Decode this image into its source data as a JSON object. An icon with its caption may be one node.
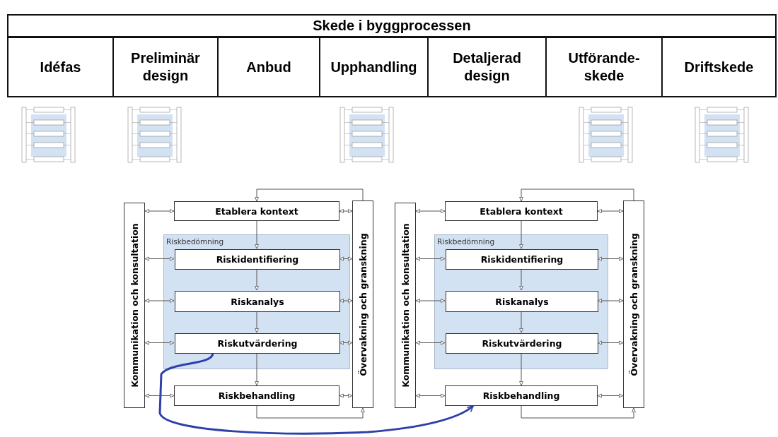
{
  "diagram": {
    "nodes": [
      {
        "text": [
          "Skede i byggprocessen"
        ]
      },
      {
        "text": [
          "Idéfas"
        ]
      },
      {
        "text": [
          "Preliminär design"
        ]
      },
      {
        "text": [
          "Anbud"
        ]
      },
      {
        "text": [
          "Upphandling"
        ]
      },
      {
        "text": [
          "Detaljerad design"
        ]
      },
      {
        "text": [
          "Utförande- skede"
        ]
      },
      {
        "text": [
          "Driftskede"
        ]
      },
      {
        "text": [],
        "shape": "picture"
      },
      {
        "text": [],
        "shape": "picture"
      },
      {
        "text": [],
        "shape": "picture"
      },
      {
        "text": [],
        "shape": "picture"
      },
      {
        "text": [],
        "shape": "picture"
      },
      {
        "text": [
          "Kommunikation och konsultation"
        ]
      },
      {
        "text": [
          "Etablera kontext"
        ]
      },
      {
        "text": [
          "Riskbedömning"
        ]
      },
      {
        "text": [
          "Riskidentifiering"
        ],
        "in": 15
      },
      {
        "text": [
          "Riskanalys"
        ],
        "in": 15
      },
      {
        "text": [
          "Riskutvärdering"
        ],
        "in": 15
      },
      {
        "text": [
          "Riskbehandling"
        ]
      },
      {
        "text": [
          "Övervakning och granskning"
        ]
      },
      {
        "text": [
          "Kommunikation och konsultation"
        ]
      },
      {
        "text": [
          "Etablera kontext"
        ]
      },
      {
        "text": [
          "Riskbedömning"
        ]
      },
      {
        "text": [
          "Riskidentifiering"
        ],
        "in": 23
      },
      {
        "text": [
          "Riskanalys"
        ],
        "in": 23
      },
      {
        "text": [
          "Riskutvärdering"
        ],
        "in": 23
      },
      {
        "text": [
          "Riskbehandling"
        ]
      },
      {
        "text": [
          "Övervakning och granskning"
        ]
      }
    ],
    "edges": [
      {
        "from": 13,
        "to": 14,
        "arrow": "both"
      },
      {
        "from": 13,
        "to": 16,
        "arrow": "both"
      },
      {
        "from": 13,
        "to": 17,
        "arrow": "both"
      },
      {
        "from": 13,
        "to": 18,
        "arrow": "both"
      },
      {
        "from": 13,
        "to": 19,
        "arrow": "both"
      },
      {
        "from": 14,
        "to": 20,
        "arrow": "both"
      },
      {
        "from": 16,
        "to": 20,
        "arrow": "both"
      },
      {
        "from": 17,
        "to": 20,
        "arrow": "both"
      },
      {
        "from": 18,
        "to": 20,
        "arrow": "both"
      },
      {
        "from": 19,
        "to": 20,
        "arrow": "both"
      },
      {
        "from": 14,
        "to": 16,
        "arrow": "to"
      },
      {
        "from": 16,
        "to": 17,
        "arrow": "to"
      },
      {
        "from": 17,
        "to": 18,
        "arrow": "to"
      },
      {
        "from": 18,
        "to": 19,
        "arrow": "to"
      },
      {
        "from": 19,
        "to": 20,
        "arrow": "to"
      },
      {
        "from": 20,
        "to": 14,
        "arrow": "to"
      },
      {
        "from": 21,
        "to": 22,
        "arrow": "both"
      },
      {
        "from": 21,
        "to": 24,
        "arrow": "both"
      },
      {
        "from": 21,
        "to": 25,
        "arrow": "both"
      },
      {
        "from": 21,
        "to": 26,
        "arrow": "both"
      },
      {
        "from": 21,
        "to": 27,
        "arrow": "both"
      },
      {
        "from": 22,
        "to": 28,
        "arrow": "both"
      },
      {
        "from": 24,
        "to": 28,
        "arrow": "both"
      },
      {
        "from": 25,
        "to": 28,
        "arrow": "both"
      },
      {
        "from": 26,
        "to": 28,
        "arrow": "both"
      },
      {
        "from": 27,
        "to": 28,
        "arrow": "both"
      },
      {
        "from": 22,
        "to": 24,
        "arrow": "to"
      },
      {
        "from": 24,
        "to": 25,
        "arrow": "to"
      },
      {
        "from": 25,
        "to": 26,
        "arrow": "to"
      },
      {
        "from": 26,
        "to": 27,
        "arrow": "to"
      },
      {
        "from": 27,
        "to": 28,
        "arrow": "to"
      },
      {
        "from": 28,
        "to": 22,
        "arrow": "to"
      },
      {
        "from": 18,
        "to": 27,
        "arrow": "to",
        "color": "#2f3fa8",
        "style": "thick"
      }
    ]
  }
}
